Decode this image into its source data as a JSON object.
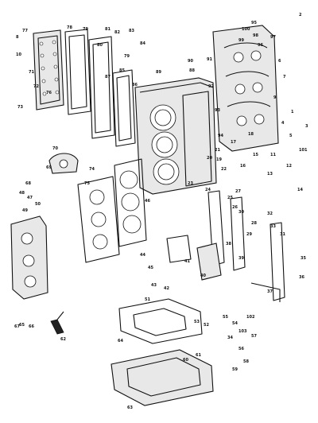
{
  "diagram": {
    "callouts": [
      {
        "id": "c-8",
        "text": "8"
      },
      {
        "id": "c-77",
        "text": "77"
      },
      {
        "id": "c-78",
        "text": "78"
      },
      {
        "id": "c-79",
        "text": "79"
      },
      {
        "id": "c-71",
        "text": "71"
      },
      {
        "id": "c-72",
        "text": "72"
      },
      {
        "id": "c-76",
        "text": "76"
      },
      {
        "id": "c-73",
        "text": "73"
      },
      {
        "id": "c-10",
        "text": "10"
      },
      {
        "id": "c-81",
        "text": "81"
      },
      {
        "id": "c-82",
        "text": "82"
      },
      {
        "id": "c-83",
        "text": "83"
      },
      {
        "id": "c-84",
        "text": "84"
      },
      {
        "id": "c-80",
        "text": "80"
      },
      {
        "id": "c-79b",
        "text": "79"
      },
      {
        "id": "c-85",
        "text": "85"
      },
      {
        "id": "c-87",
        "text": "87"
      },
      {
        "id": "c-89",
        "text": "89"
      },
      {
        "id": "c-88",
        "text": "88"
      },
      {
        "id": "c-90",
        "text": "90"
      },
      {
        "id": "c-91",
        "text": "91"
      },
      {
        "id": "c-92",
        "text": "92"
      },
      {
        "id": "c-93",
        "text": "93"
      },
      {
        "id": "c-94",
        "text": "94"
      },
      {
        "id": "c-100",
        "text": "100"
      },
      {
        "id": "c-97",
        "text": "97"
      },
      {
        "id": "c-95",
        "text": "95"
      },
      {
        "id": "c-96",
        "text": "96"
      },
      {
        "id": "c-2",
        "text": "2"
      },
      {
        "id": "c-6",
        "text": "6"
      },
      {
        "id": "c-7",
        "text": "7"
      },
      {
        "id": "c-9",
        "text": "9"
      },
      {
        "id": "c-1",
        "text": "1"
      },
      {
        "id": "c-4",
        "text": "4"
      },
      {
        "id": "c-3",
        "text": "3"
      },
      {
        "id": "c-5",
        "text": "5"
      },
      {
        "id": "c-11",
        "text": "11"
      },
      {
        "id": "c-12",
        "text": "12"
      },
      {
        "id": "c-13",
        "text": "13"
      },
      {
        "id": "c-14",
        "text": "14"
      },
      {
        "id": "c-15",
        "text": "15"
      },
      {
        "id": "c-16",
        "text": "16"
      },
      {
        "id": "c-17",
        "text": "17"
      },
      {
        "id": "c-18",
        "text": "18"
      },
      {
        "id": "c-19",
        "text": "19"
      },
      {
        "id": "c-20",
        "text": "20"
      },
      {
        "id": "c-21",
        "text": "21"
      },
      {
        "id": "c-22",
        "text": "22"
      },
      {
        "id": "c-23",
        "text": "23"
      },
      {
        "id": "c-24",
        "text": "24"
      },
      {
        "id": "c-25",
        "text": "25"
      },
      {
        "id": "c-26",
        "text": "26"
      },
      {
        "id": "c-27",
        "text": "27"
      },
      {
        "id": "c-28",
        "text": "28"
      },
      {
        "id": "c-29",
        "text": "29"
      },
      {
        "id": "c-30",
        "text": "30"
      },
      {
        "id": "c-31",
        "text": "31"
      },
      {
        "id": "c-32",
        "text": "32"
      },
      {
        "id": "c-33",
        "text": "33"
      },
      {
        "id": "c-34",
        "text": "34"
      },
      {
        "id": "c-35",
        "text": "35"
      },
      {
        "id": "c-36",
        "text": "36"
      },
      {
        "id": "c-37",
        "text": "37"
      },
      {
        "id": "c-38",
        "text": "38"
      },
      {
        "id": "c-39",
        "text": "39"
      },
      {
        "id": "c-40",
        "text": "40"
      },
      {
        "id": "c-41",
        "text": "41"
      },
      {
        "id": "c-42",
        "text": "42"
      },
      {
        "id": "c-43",
        "text": "43"
      },
      {
        "id": "c-44",
        "text": "44"
      },
      {
        "id": "c-45",
        "text": "45"
      },
      {
        "id": "c-46",
        "text": "46"
      },
      {
        "id": "c-47",
        "text": "47"
      },
      {
        "id": "c-48",
        "text": "48"
      },
      {
        "id": "c-49",
        "text": "49"
      },
      {
        "id": "c-50",
        "text": "50"
      },
      {
        "id": "c-51",
        "text": "51"
      },
      {
        "id": "c-52",
        "text": "52"
      },
      {
        "id": "c-53",
        "text": "53"
      },
      {
        "id": "c-54",
        "text": "54"
      },
      {
        "id": "c-55",
        "text": "55"
      },
      {
        "id": "c-56",
        "text": "56"
      },
      {
        "id": "c-57",
        "text": "57"
      },
      {
        "id": "c-58",
        "text": "58"
      },
      {
        "id": "c-59",
        "text": "59"
      },
      {
        "id": "c-60",
        "text": "60"
      },
      {
        "id": "c-61",
        "text": "61"
      },
      {
        "id": "c-62",
        "text": "62"
      },
      {
        "id": "c-63",
        "text": "63"
      },
      {
        "id": "c-64",
        "text": "64"
      },
      {
        "id": "c-65",
        "text": "65"
      },
      {
        "id": "c-66",
        "text": "66"
      },
      {
        "id": "c-67",
        "text": "67"
      },
      {
        "id": "c-68",
        "text": "68"
      },
      {
        "id": "c-69",
        "text": "69"
      },
      {
        "id": "c-70",
        "text": "70"
      },
      {
        "id": "c-74",
        "text": "74"
      },
      {
        "id": "c-75",
        "text": "75"
      },
      {
        "id": "c-86",
        "text": "86"
      },
      {
        "id": "c-98",
        "text": "98"
      },
      {
        "id": "c-99",
        "text": "99"
      },
      {
        "id": "c-101",
        "text": "101"
      },
      {
        "id": "c-102",
        "text": "102"
      },
      {
        "id": "c-103",
        "text": "103"
      }
    ]
  }
}
